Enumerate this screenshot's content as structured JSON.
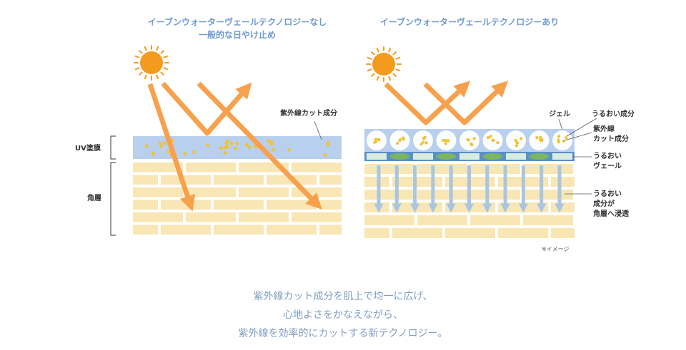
{
  "titles": {
    "left_line1": "イーブンウォーターヴェールテクノロジーなし",
    "left_line2": "一般的な日やけ止め",
    "right_line1": "イーブンウォーターヴェールテクノロジーあり"
  },
  "left_labels": {
    "uv_film": "UV塗膜",
    "stratum_corneum": "角層",
    "uv_cut_ingredient": "紫外線カット成分"
  },
  "right_labels": {
    "gel": "ジェル",
    "moisture_ingredient": "うるおい成分",
    "uv_cut_line1": "紫外線",
    "uv_cut_line2": "カット成分",
    "veil_line1": "うるおい",
    "veil_line2": "ヴェール",
    "penetrate_line1": "うるおい",
    "penetrate_line2": "成分が",
    "penetrate_line3": "角層へ浸透",
    "image_note": "※イメージ"
  },
  "tagline": {
    "line1": "紫外線カット成分を肌上で均一に広げ、",
    "line2": "心地よさをかなえながら、",
    "line3": "紫外線を効率的にカットする新テクノロジー。"
  },
  "colors": {
    "title_blue": "#6f9bd1",
    "arrow_orange": "#f7a14d",
    "sun_orange": "#f49a1f",
    "film_blue": "#b9cfee",
    "skin_cream": "#f8e6b4",
    "dot_yellow": "#f1c232",
    "veil_green": "#7bb661",
    "penetrate_blue": "#a8c6e0",
    "tagline_blue": "#7f9fc3"
  }
}
